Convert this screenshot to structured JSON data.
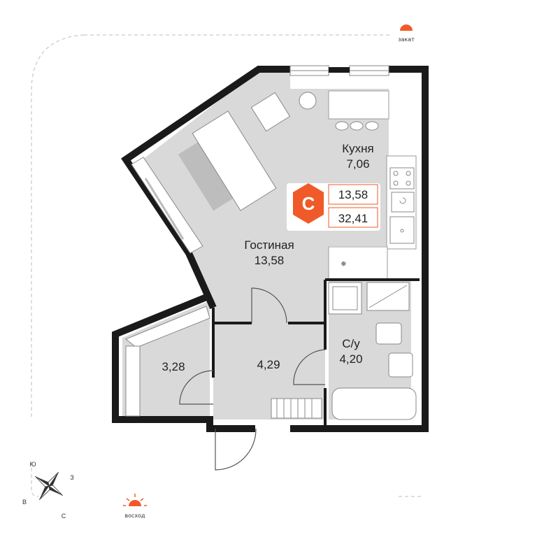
{
  "rooms": {
    "kitchen": {
      "name": "Кухня",
      "area": "7,06"
    },
    "living": {
      "name": "Гостиная",
      "area": "13,58"
    },
    "hall": {
      "area": "4,29"
    },
    "storage": {
      "area": "3,28"
    },
    "bathroom": {
      "name": "С/у",
      "area": "4,20"
    }
  },
  "badge": {
    "letter": "С",
    "living_area": "13,58",
    "total_area": "32,41",
    "color": "#f05a28"
  },
  "sun": {
    "sunset_label": "закат",
    "sunrise_label": "восход",
    "color": "#f05a28"
  },
  "compass": {
    "north": "С",
    "south": "Ю",
    "east": "В",
    "west": "З"
  },
  "colors": {
    "wall": "#1a1a1a",
    "floor": "#d9d9d9",
    "accent": "#f05a28"
  }
}
